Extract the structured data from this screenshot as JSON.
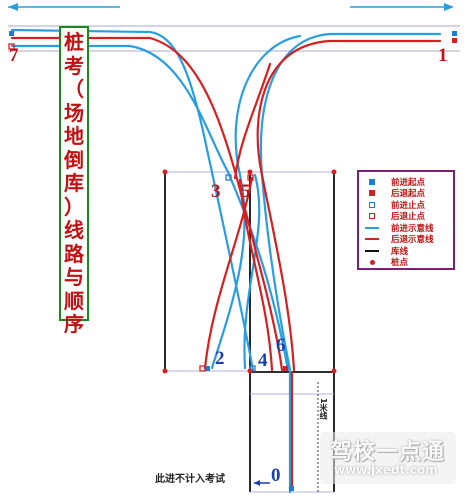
{
  "title_chars": [
    "桩",
    "考",
    "（",
    "场",
    "地",
    "倒",
    "库",
    "）",
    "线",
    "路",
    "与",
    "顺",
    "序"
  ],
  "labels": {
    "p1": "1",
    "p7": "7",
    "p2": "2",
    "p3": "3",
    "p4": "4",
    "p5": "5",
    "p6": "6",
    "p0": "0"
  },
  "legend": [
    {
      "symbol": "filled-square",
      "color": "#1a7fd4",
      "label": "前进起点"
    },
    {
      "symbol": "filled-square",
      "color": "#d42020",
      "label": "后退起点"
    },
    {
      "symbol": "hollow-square",
      "color": "#1a7fd4",
      "label": "前进止点"
    },
    {
      "symbol": "hollow-square",
      "color": "#d42020",
      "label": "后退止点"
    },
    {
      "symbol": "line",
      "color": "#2a9de0",
      "label": "前进示意线"
    },
    {
      "symbol": "line",
      "color": "#d42020",
      "label": "后退示意线"
    },
    {
      "symbol": "line",
      "color": "#111111",
      "label": "库线"
    },
    {
      "symbol": "dot",
      "color": "#d42020",
      "label": "桩点"
    }
  ],
  "note": "此进不计入考试",
  "meter_label": "1米线",
  "watermark": {
    "cn": "驾校一点通",
    "url": "www.jxedt.com"
  },
  "colors": {
    "forward": "#2a9de0",
    "reverse": "#d42020",
    "lane": "#111111",
    "title_border": "#1e8a1e",
    "legend_border": "#7a1f7a",
    "number_red": "#c01010",
    "number_blue": "#1a3fb0"
  }
}
